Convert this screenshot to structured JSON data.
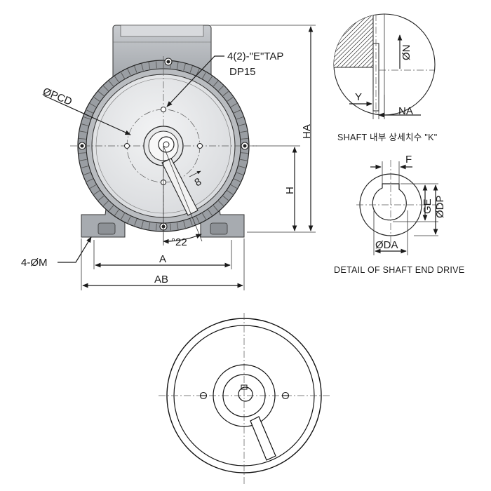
{
  "labels": {
    "tap": "4(2)-\"E\"TAP",
    "depth": "DP15",
    "pcd": "ØPCD",
    "angle": "°22",
    "eight": "8",
    "h": "H",
    "ha": "HA",
    "a": "A",
    "ab": "AB",
    "m": "4-ØM",
    "n": "ØN",
    "y": "Y",
    "na": "NA",
    "f": "F",
    "ge": "GE",
    "dp": "ØDP",
    "da": "ØDA"
  },
  "captions": {
    "shaft_inner": "SHAFT 내부 상세치수 \"K\"",
    "shaft_end": "DETAIL OF SHAFT END DRIVE"
  }
}
